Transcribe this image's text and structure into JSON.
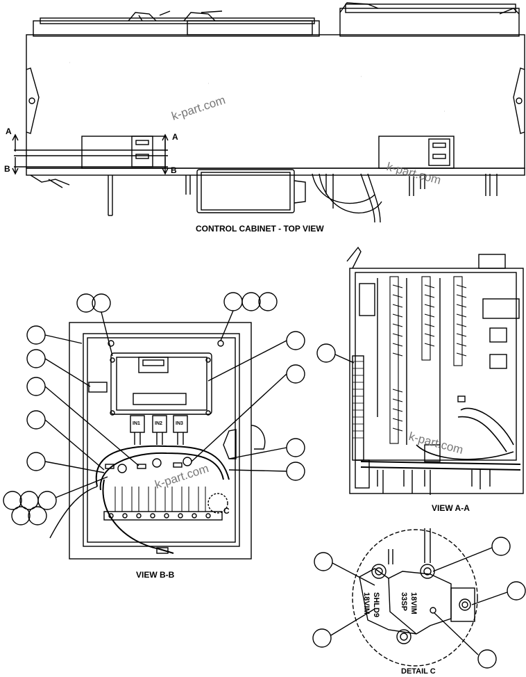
{
  "titles": {
    "top_view": "CONTROL CABINET - TOP VIEW",
    "view_bb": "VIEW B-B",
    "view_aa": "VIEW A-A",
    "detail_c": "DETAIL C"
  },
  "section_markers": {
    "a_left": "A",
    "a_right": "A",
    "b_left": "B",
    "b_right": "B",
    "c": "C"
  },
  "watermarks": [
    "k-part.com",
    "k-part.com",
    "k-part.com",
    "k-part.com"
  ],
  "connector_labels": [
    "IN1",
    "IN2",
    "IN3"
  ],
  "wire_labels": [
    "SHLD9",
    "18VIM",
    "33SP",
    "18VIM"
  ]
}
